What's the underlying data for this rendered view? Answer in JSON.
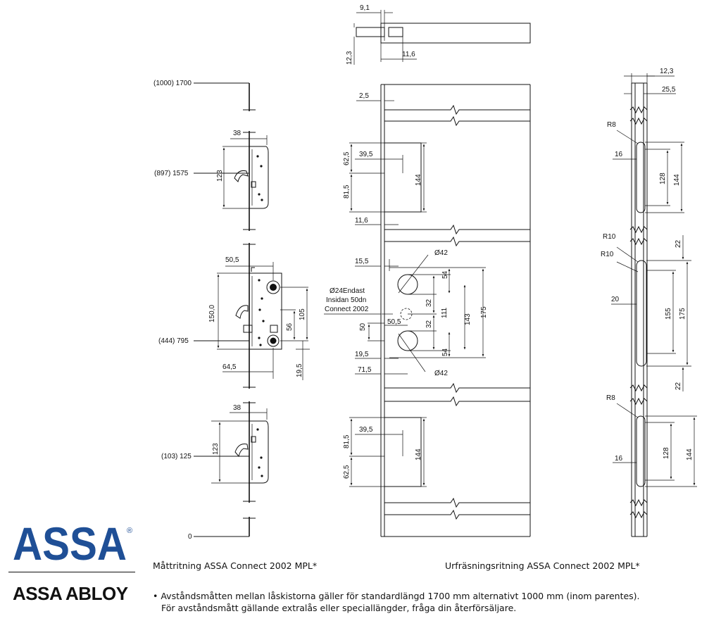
{
  "brand": {
    "name": "ASSA",
    "registered": "®",
    "group": "ASSA ABLOY",
    "color": "#1f4f96"
  },
  "captions": {
    "left": "Måttritning ASSA Connect 2002 MPL*",
    "right": "Urfräsningsritning ASSA Connect 2002 MPL*"
  },
  "notes": {
    "line1": "• Avståndsmåtten mellan låskistorna gäller för standardlängd 1700 mm alternativt 1000 mm (inom parentes).",
    "line2": "För avståndsmått gällande extralås eller speciallängder, fråga din återförsäljare."
  },
  "heights": {
    "top": "(1000) 1700",
    "upper": "(897) 1575",
    "main": "(444) 795",
    "lower": "(103) 125",
    "zero": "0"
  },
  "left_view": {
    "upper_width": "38",
    "upper_height": "123",
    "main_backset": "50,5",
    "main_height": "150,0",
    "d56": "56",
    "d105": "105",
    "d64": "64,5",
    "d19": "19,5",
    "lower_width": "38",
    "lower_height": "123"
  },
  "top_section": {
    "d91": "9,1",
    "d123": "12,3",
    "d116": "11,6"
  },
  "front_view": {
    "d25": "2,5",
    "d625a": "62,5",
    "d395a": "39,5",
    "d815a": "81,5",
    "d144a": "144",
    "d116": "11,6",
    "d155": "15,5",
    "dia42_top": "Ø42",
    "d54_top": "54",
    "d32_top": "32",
    "d111": "111",
    "d143": "143",
    "d175": "175",
    "note_l1": "Ø24Endast",
    "note_l2": "Insidan 50dn",
    "note_l3": "Connect 2002",
    "d50": "50",
    "d505": "50,5",
    "d32_bot": "32",
    "d54_bot": "54",
    "d195": "19,5",
    "d715": "71,5",
    "dia42_bot": "Ø42",
    "d395b": "39,5",
    "d815b": "81,5",
    "d144b": "144",
    "d625b": "62,5"
  },
  "side_view": {
    "d123": "12,3",
    "d255": "25,5",
    "r8a": "R8",
    "d16a": "16",
    "d128a": "128",
    "d144a": "144",
    "r10a": "R10",
    "r10b": "R10",
    "d22a": "22",
    "d20": "20",
    "d155": "155",
    "d175": "175",
    "d22b": "22",
    "r8b": "R8",
    "d16b": "16",
    "d128b": "128",
    "d144b": "144"
  }
}
